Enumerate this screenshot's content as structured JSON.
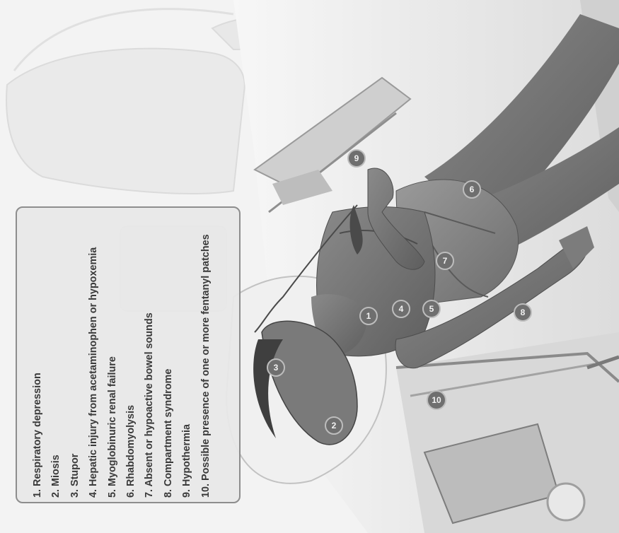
{
  "legend": {
    "items": [
      "1. Respiratory depression",
      "2. Miosis",
      "3. Stupor",
      "4. Hepatic injury from acetaminophen or hypoxemia",
      "5. Myoglobinuric renal failure",
      "6. Rhabdomyolysis",
      "7. Absent or hypoactive bowel sounds",
      "8. Compartment syndrome",
      "9. Hypothermia",
      "10. Possible presence of one or more fentanyl patches"
    ]
  },
  "markers": [
    "1",
    "2",
    "3",
    "4",
    "5",
    "6",
    "7",
    "8",
    "9",
    "10"
  ]
}
